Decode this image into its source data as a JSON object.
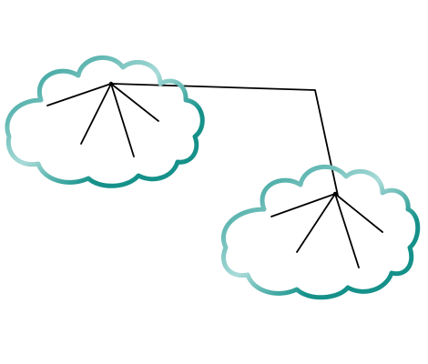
{
  "diagram": {
    "background": "#ffffff",
    "colors": {
      "cloud_outline_dark": "#15918a",
      "cloud_outline_light": "#a9dbd8",
      "line": "#000000"
    },
    "nodes": [
      {
        "id": "cloud-network-left",
        "shape": "cloud",
        "branch_count": 5
      },
      {
        "id": "cloud-network-right",
        "shape": "cloud",
        "branch_count": 5
      }
    ],
    "connections": [
      {
        "from": "cloud-network-left",
        "to": "cloud-network-right"
      }
    ]
  }
}
